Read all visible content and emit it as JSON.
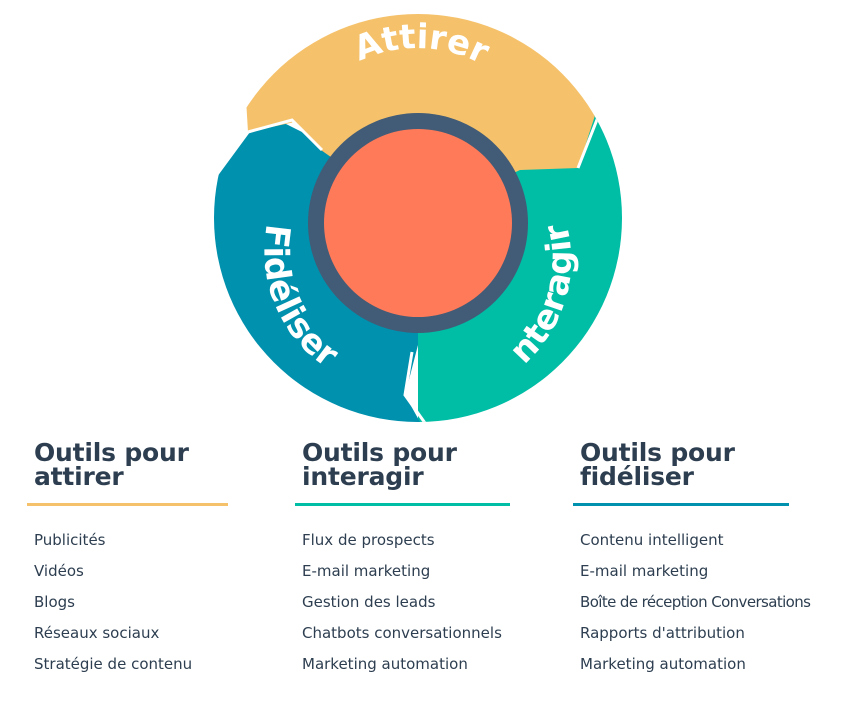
{
  "diagram": {
    "segments": [
      {
        "id": "attirer",
        "label": "Attirer",
        "color": "#f5c26b"
      },
      {
        "id": "interagir",
        "label": "Interagir",
        "color": "#00bda5"
      },
      {
        "id": "fideliser",
        "label": "Fidéliser",
        "color": "#0091ae"
      }
    ],
    "hub_color": "#ff7a59",
    "ring_color": "#425b76"
  },
  "columns": [
    {
      "id": "attirer",
      "heading_line1": "Outils pour",
      "heading_line2": "attirer",
      "rule_color": "#f5c26b",
      "items": [
        "Publicités",
        "Vidéos",
        "Blogs",
        "Réseaux sociaux",
        "Stratégie de contenu"
      ]
    },
    {
      "id": "interagir",
      "heading_line1": "Outils pour",
      "heading_line2": "interagir",
      "rule_color": "#00bda5",
      "items": [
        "Flux de prospects",
        "E-mail marketing",
        "Gestion des leads",
        "Chatbots conversationnels",
        "Marketing automation"
      ]
    },
    {
      "id": "fideliser",
      "heading_line1": "Outils pour",
      "heading_line2": "fidéliser",
      "rule_color": "#0091ae",
      "items": [
        "Contenu intelligent",
        "E-mail marketing",
        "Boîte de réception Conversations",
        "Rapports d'attribution",
        "Marketing automation"
      ]
    }
  ]
}
